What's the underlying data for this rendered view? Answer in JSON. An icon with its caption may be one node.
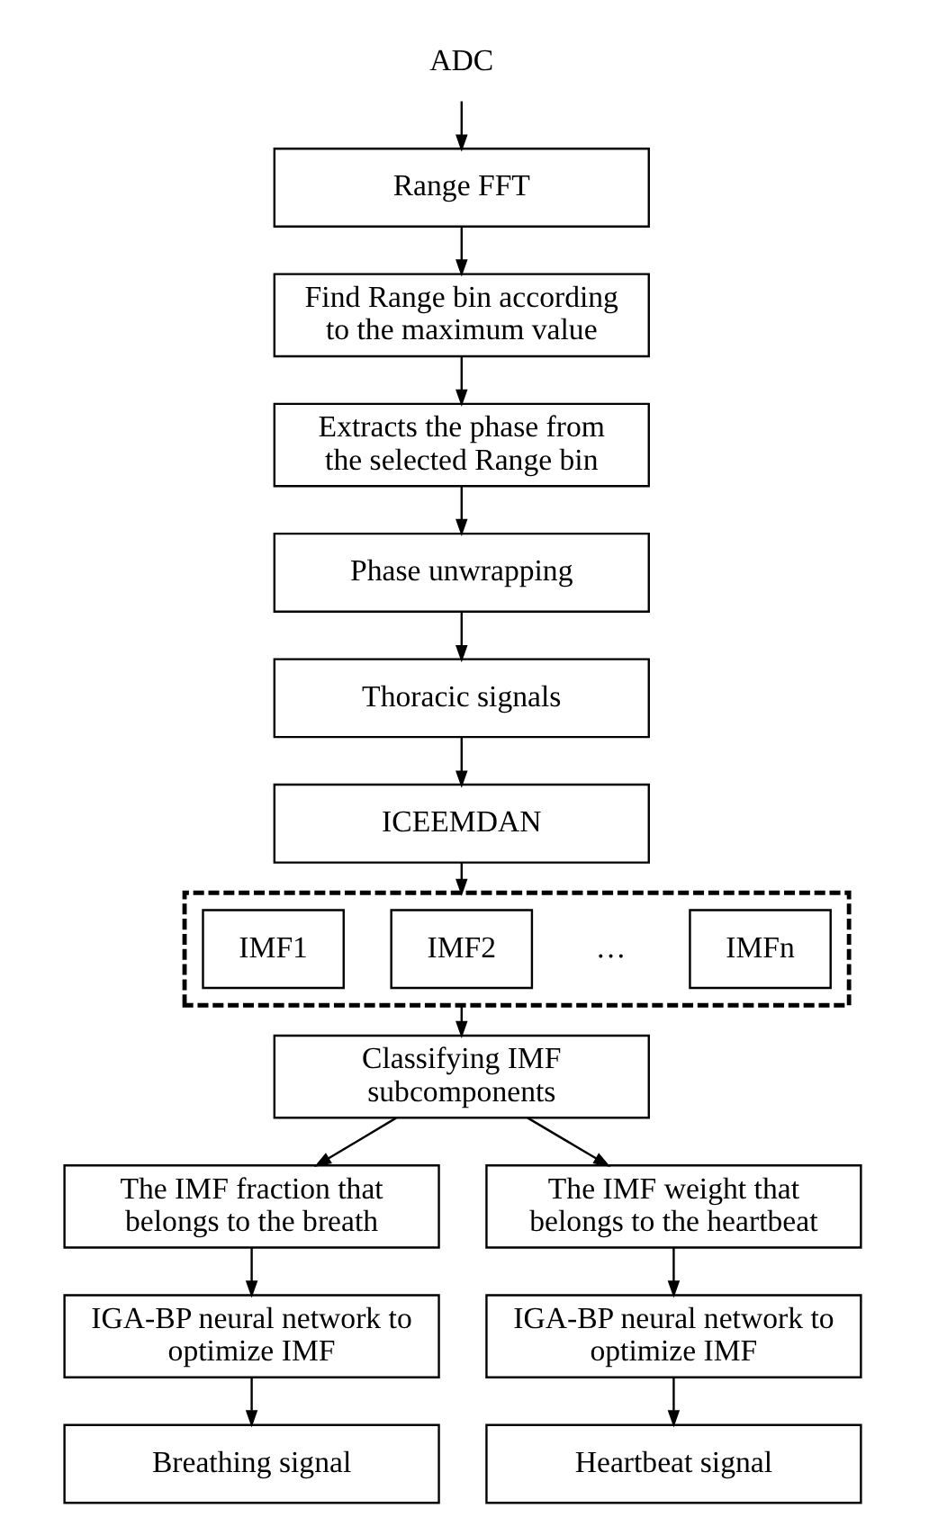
{
  "diagram": {
    "nodes": [
      {
        "text": [
          "ADC"
        ]
      },
      {
        "text": [
          "Range FFT"
        ]
      },
      {
        "text": [
          "Find Range bin according to the maximum value"
        ]
      },
      {
        "text": [
          "Extracts the phase from the selected Range bin"
        ]
      },
      {
        "text": [
          "Phase unwrapping"
        ]
      },
      {
        "text": [
          "Thoracic signals"
        ]
      },
      {
        "text": [
          "ICEEMDAN"
        ]
      },
      {
        "text": [],
        "shape": "box"
      },
      {
        "text": [
          "IMF1"
        ],
        "in": 7
      },
      {
        "text": [
          "IMF2"
        ],
        "in": 7
      },
      {
        "text": [
          "IMFn"
        ],
        "in": 7
      },
      {
        "text": [
          "Classifying IMF subcomponents"
        ]
      },
      {
        "text": [
          "The IMF fraction that belongs to the breath"
        ]
      },
      {
        "text": [
          "The IMF weight that belongs to the heartbeat"
        ]
      },
      {
        "text": [
          "IGA-BP neural network to optimize IMF"
        ]
      },
      {
        "text": [
          "IGA-BP neural network to optimize IMF"
        ]
      },
      {
        "text": [
          "Breathing signal"
        ]
      },
      {
        "text": [
          "Heartbeat signal"
        ]
      }
    ],
    "edges": [
      {
        "from": 0,
        "to": 1,
        "arrow": "to"
      },
      {
        "from": 1,
        "to": 2,
        "arrow": "to"
      },
      {
        "from": 2,
        "to": 3,
        "arrow": "to"
      },
      {
        "from": 3,
        "to": 4,
        "arrow": "to"
      },
      {
        "from": 4,
        "to": 5,
        "arrow": "to"
      },
      {
        "from": 5,
        "to": 6,
        "arrow": "to"
      },
      {
        "from": 6,
        "to": 7,
        "arrow": "to"
      },
      {
        "from": 7,
        "to": 11,
        "arrow": "to"
      },
      {
        "from": 11,
        "to": 12,
        "arrow": "to"
      },
      {
        "from": 11,
        "to": 13,
        "arrow": "to"
      },
      {
        "from": 12,
        "to": 14,
        "arrow": "to"
      },
      {
        "from": 13,
        "to": 15,
        "arrow": "to"
      },
      {
        "from": 14,
        "to": 16,
        "arrow": "to"
      },
      {
        "from": 15,
        "to": 17,
        "arrow": "to"
      }
    ],
    "labels": [
      "…"
    ]
  }
}
